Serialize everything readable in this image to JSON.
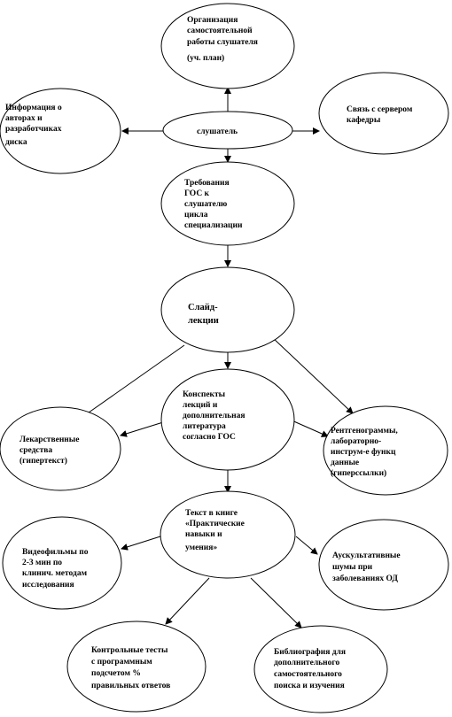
{
  "nodes": {
    "organization": [
      "Организация",
      "самостоятельной",
      "работы слушателя",
      "(уч. план)"
    ],
    "student": [
      "слушатель"
    ],
    "info_authors": [
      "Информация о",
      "авторах и",
      "разработчиках",
      "диска"
    ],
    "server": [
      "Связь с сервером",
      "кафедры"
    ],
    "gos": [
      "Требования",
      "ГОС к",
      "слушателю",
      "цикла",
      "специализации"
    ],
    "slides": [
      "Слайд-",
      "лекции"
    ],
    "conspects": [
      "Конспекты",
      "лекций и",
      "дополнительная",
      "литература",
      "согласно ГОС"
    ],
    "drugs": [
      "Лекарственные",
      "средства",
      "(гипертекст)"
    ],
    "xray": [
      "Рентгенограммы,",
      "лабораторно-",
      "инструм-е функц",
      "данные",
      "(гиперссылки)"
    ],
    "text_book": [
      "Текст в книге",
      "«Практические",
      "навыки и",
      "умения»"
    ],
    "video": [
      "Видеофильмы по",
      "2-3 мин по",
      "клинич. методам",
      "исследования"
    ],
    "auscult": [
      "Аускультативные",
      "шумы при",
      "заболеваниях ОД"
    ],
    "tests": [
      "Контрольные тесты",
      "с программным",
      "подсчетом %",
      "правильных ответов"
    ],
    "bibliography": [
      "Библиография для",
      "дополнительного",
      "самостоятельного",
      "поиска и изучения"
    ]
  }
}
